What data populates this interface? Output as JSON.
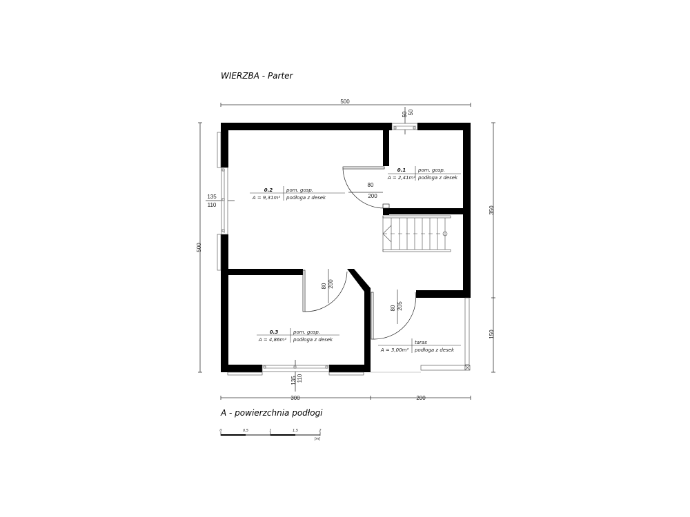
{
  "title": "WIERZBA - Parter",
  "legend": "A - powierzchnia podłogi",
  "dimensions": {
    "top_total": "500",
    "top_window_a": "50",
    "top_window_b": "50",
    "left_total": "500",
    "left_window_w": "135",
    "left_window_h": "110",
    "right_upper": "350",
    "right_lower": "150",
    "bottom_left": "300",
    "bottom_right": "200",
    "bottom_window_w": "135",
    "bottom_window_h": "110"
  },
  "doors": [
    {
      "id": "door-0.1",
      "width": "80",
      "height": "200"
    },
    {
      "id": "door-0.2",
      "width": "80",
      "height": "200"
    },
    {
      "id": "door-main",
      "width": "80",
      "height": "205"
    }
  ],
  "rooms": [
    {
      "number": "0.1",
      "area": "A = 2,41m²",
      "type": "pom. gosp.",
      "floor": "podłoga z desek"
    },
    {
      "number": "0.2",
      "area": "A = 9,31m²",
      "type": "pom. gosp.",
      "floor": "podłoga z desek"
    },
    {
      "number": "0.3",
      "area": "A = 4,86m²",
      "type": "pom. gosp.",
      "floor": "podłoga z desek"
    },
    {
      "number": "",
      "area": "A = 3,00m²",
      "type": "taras",
      "floor": "podłoga z desek"
    }
  ],
  "scale_bar": {
    "ticks": [
      "0",
      "0,5",
      "1",
      "1,5",
      "2"
    ],
    "unit": "[m]"
  }
}
